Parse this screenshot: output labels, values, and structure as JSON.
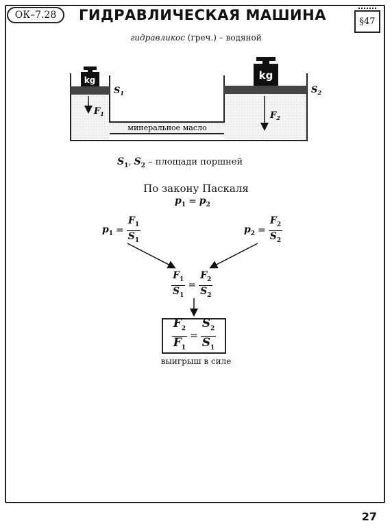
{
  "header": {
    "code": "ОК–7.28",
    "title": "ГИДРАВЛИЧЕСКАЯ МАШИНА",
    "paragraph": "§47"
  },
  "subtitle": {
    "term": "гидравликос",
    "rest": " (греч.) – водяной"
  },
  "diagram": {
    "weight_label_left": "kg",
    "weight_label_right": "kg",
    "area_left": "S1",
    "area_right": "S2",
    "force_left": "F1",
    "force_right": "F2",
    "liquid_label": "минеральное масло"
  },
  "areas_note": {
    "s1": "S",
    "s1_sub": "1",
    "sep": ", ",
    "s2": "S",
    "s2_sub": "2",
    "text": " – площади поршней"
  },
  "law": {
    "heading": "По закону Паскаля",
    "p": "p",
    "sub1": "1",
    "sub2": "2",
    "eq": "="
  },
  "formulas": {
    "F": "F",
    "S": "S",
    "p": "p",
    "one": "1",
    "two": "2",
    "eq": "="
  },
  "conclusion": "выигрыш в силе",
  "page_number": "27"
}
